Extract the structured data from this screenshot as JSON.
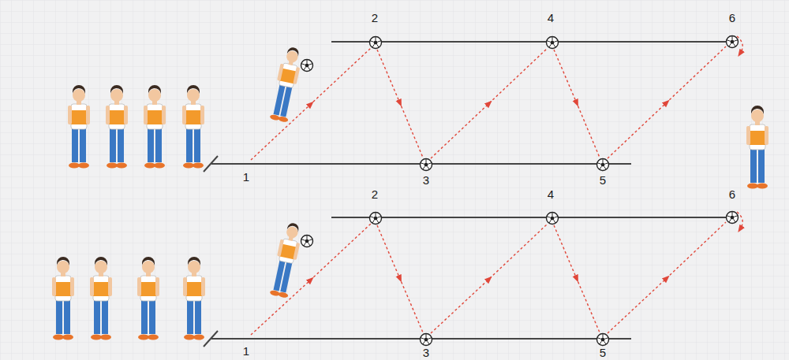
{
  "diagram": {
    "labels": [
      "2",
      "4",
      "6",
      "1",
      "3",
      "5",
      "2",
      "4",
      "6",
      "1",
      "3",
      "5"
    ]
  }
}
